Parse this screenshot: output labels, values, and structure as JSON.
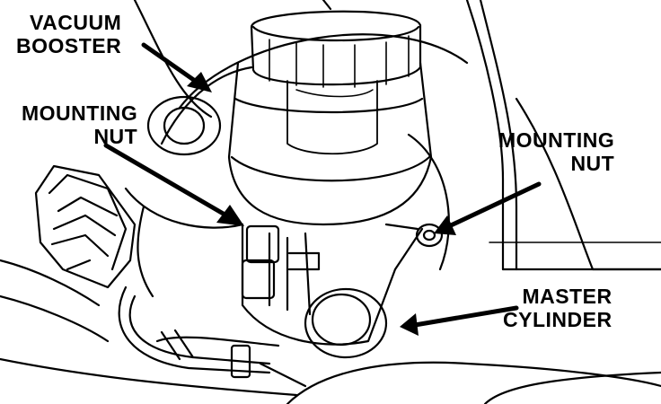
{
  "labels": {
    "vacuum_booster": {
      "line1": "VACUUM",
      "line2": "BOOSTER"
    },
    "mounting_nut_left": {
      "line1": "MOUNTING",
      "line2": "NUT"
    },
    "mounting_nut_right": {
      "line1": "MOUNTING",
      "line2": "NUT"
    },
    "master_cylinder": {
      "line1": "MASTER",
      "line2": "CYLINDER"
    }
  }
}
